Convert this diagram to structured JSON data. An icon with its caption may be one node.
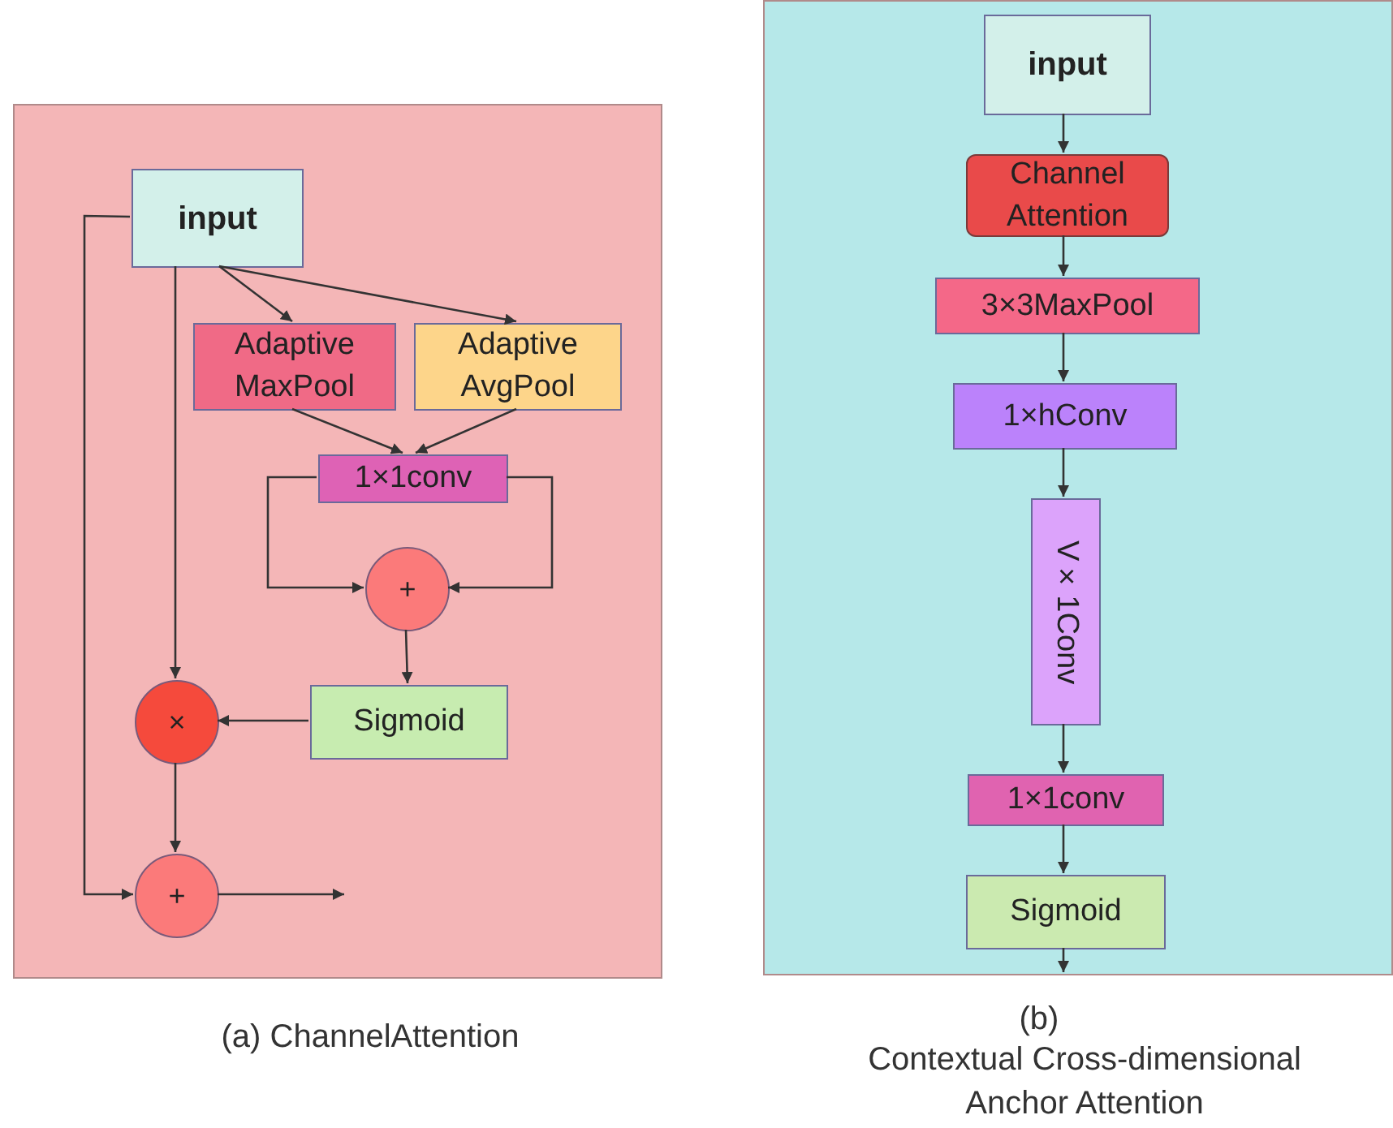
{
  "diagram": {
    "nodes": [
      {
        "text": [],
        "shape": "box"
      },
      {
        "text": [
          "input"
        ],
        "in": 0
      },
      {
        "text": [
          "Adaptive MaxPool"
        ],
        "in": 0
      },
      {
        "text": [
          "Adaptive AvgPool"
        ],
        "in": 0
      },
      {
        "text": [
          "1×1conv"
        ],
        "in": 0
      },
      {
        "text": [
          "+"
        ],
        "in": 0
      },
      {
        "text": [
          "Sigmoid"
        ],
        "in": 0
      },
      {
        "text": [
          "×"
        ],
        "in": 0
      },
      {
        "text": [
          "+"
        ],
        "in": 0
      },
      {
        "text": [],
        "shape": "box"
      },
      {
        "text": [
          "input"
        ],
        "in": 9
      },
      {
        "text": [
          "Channel Attention"
        ],
        "in": 9
      },
      {
        "text": [
          "3×3MaxPool"
        ],
        "in": 9
      },
      {
        "text": [
          "1×hConv"
        ],
        "in": 9
      },
      {
        "text": [
          "V×1Conv"
        ],
        "in": 9
      },
      {
        "text": [
          "1×1conv"
        ],
        "in": 9
      },
      {
        "text": [
          "Sigmoid"
        ],
        "in": 9
      }
    ],
    "edges": [
      {
        "from": 1,
        "to": 2,
        "arrow": "to"
      },
      {
        "from": 1,
        "to": 3,
        "arrow": "to"
      },
      {
        "from": 2,
        "to": 4,
        "arrow": "to"
      },
      {
        "from": 3,
        "to": 4,
        "arrow": "to"
      },
      {
        "from": 4,
        "to": 5,
        "arrow": "to"
      },
      {
        "from": 4,
        "to": 5,
        "arrow": "to"
      },
      {
        "from": 5,
        "to": 6,
        "arrow": "to"
      },
      {
        "from": 6,
        "to": 7,
        "arrow": "to"
      },
      {
        "from": 1,
        "to": 7,
        "arrow": "to"
      },
      {
        "from": 1,
        "to": 8,
        "arrow": "to"
      },
      {
        "from": 7,
        "to": 8,
        "arrow": "to"
      },
      {
        "from": 8,
        "to": null,
        "arrow": "to"
      },
      {
        "from": 10,
        "to": 11,
        "arrow": "to"
      },
      {
        "from": 11,
        "to": 12,
        "arrow": "to"
      },
      {
        "from": 12,
        "to": 13,
        "arrow": "to"
      },
      {
        "from": 13,
        "to": 14,
        "arrow": "to"
      },
      {
        "from": 14,
        "to": 15,
        "arrow": "to"
      },
      {
        "from": 15,
        "to": 16,
        "arrow": "to"
      },
      {
        "from": 16,
        "to": null,
        "arrow": "to"
      }
    ],
    "labels": [
      "(a) ChannelAttention",
      "(b)",
      "Contextual Cross-dimensional Anchor Attention"
    ]
  }
}
